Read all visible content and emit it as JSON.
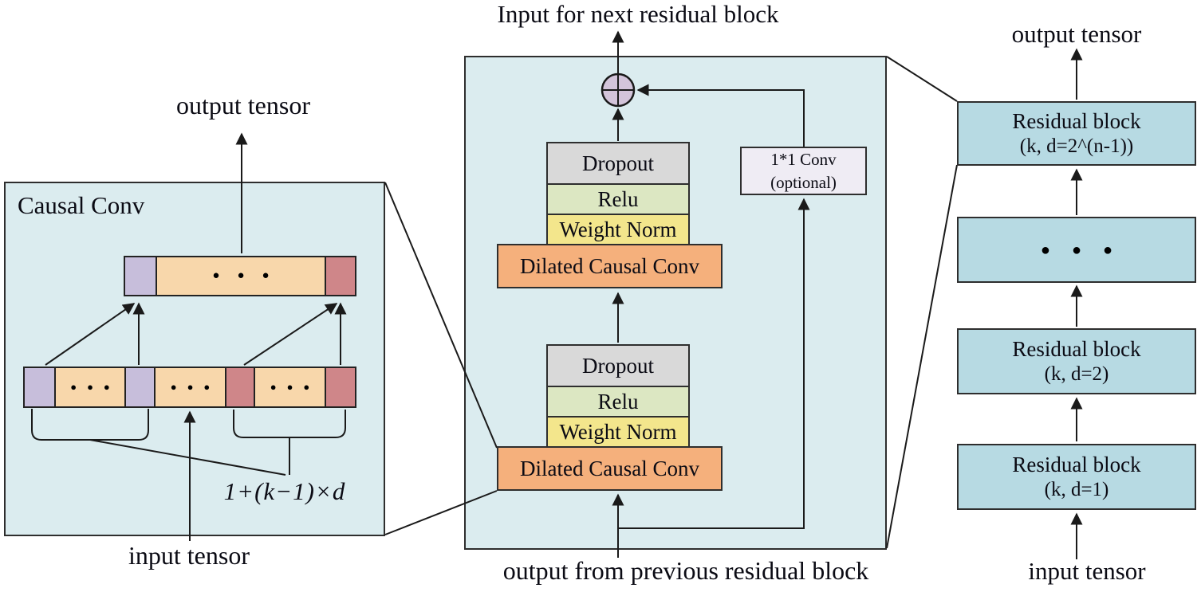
{
  "left_panel": {
    "title": "Causal Conv",
    "output_label": "output tensor",
    "input_label": "input tensor",
    "receptive_field_formula": "1+(k−1)×d",
    "dots": "●●●"
  },
  "middle_panel": {
    "top_label": "Input for next residual block",
    "bottom_label": "output from previous residual block",
    "stack": {
      "dropout": "Dropout",
      "relu": "Relu",
      "weight_norm": "Weight Norm",
      "dilated_conv": "Dilated Causal Conv"
    },
    "skip_conv": {
      "line1": "1*1 Conv",
      "line2": "(optional)"
    }
  },
  "right_column": {
    "output_label": "output tensor",
    "input_label": "input tensor",
    "blocks": [
      {
        "line1": "Residual block",
        "line2": "(k, d=2^(n-1))"
      },
      {
        "dots": "●●●"
      },
      {
        "line1": "Residual block",
        "line2": "(k, d=2)"
      },
      {
        "line1": "Residual block",
        "line2": "(k, d=1)"
      }
    ]
  },
  "colors": {
    "panel_background": "#dbecef",
    "residual_box_blue": "#b7dae3",
    "tensor_peach": "#f8d7ab",
    "tensor_purple": "#c7bedb",
    "tensor_red": "#cf8689",
    "dropout_gray": "#d9d9d9",
    "relu_green": "#dce7c2",
    "weight_norm_yellow": "#f3e68c",
    "dilated_conv_orange": "#f5b07c",
    "skip_conv_lavender": "#efecf4",
    "add_circle_purple": "#d3c4da",
    "line_color": "#1a1a1a"
  }
}
